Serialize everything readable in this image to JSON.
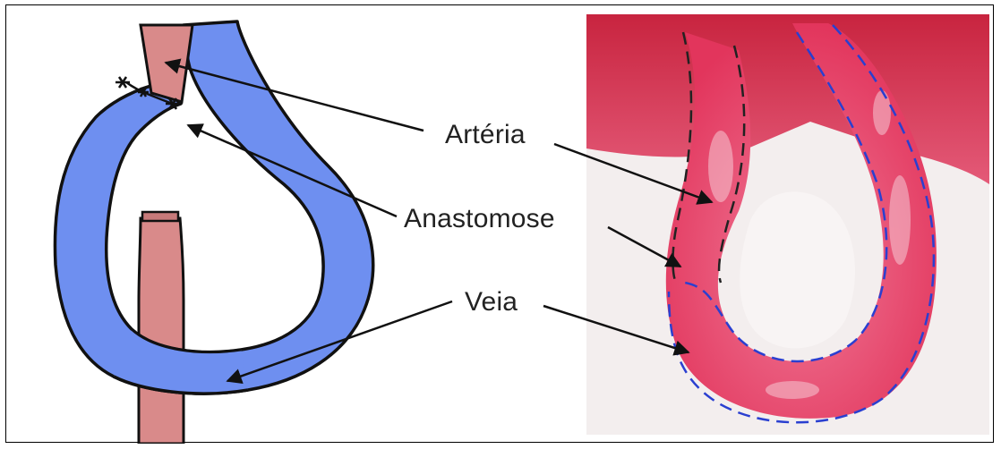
{
  "labels": {
    "arteria": "Artéria",
    "anastomose": "Anastomose",
    "veia": "Veia"
  },
  "colors": {
    "artery_fill": "#d98a8a",
    "vein_fill": "#6e8ff0",
    "outline": "#111111",
    "photo_tissue": "#e8486a",
    "photo_background": "#f3eeee",
    "artery_dash": "#222222",
    "vein_dash": "#2a3fd0"
  },
  "icons": {
    "suture": "stitch-knot-icon",
    "arrow": "arrow-pointer-icon"
  }
}
